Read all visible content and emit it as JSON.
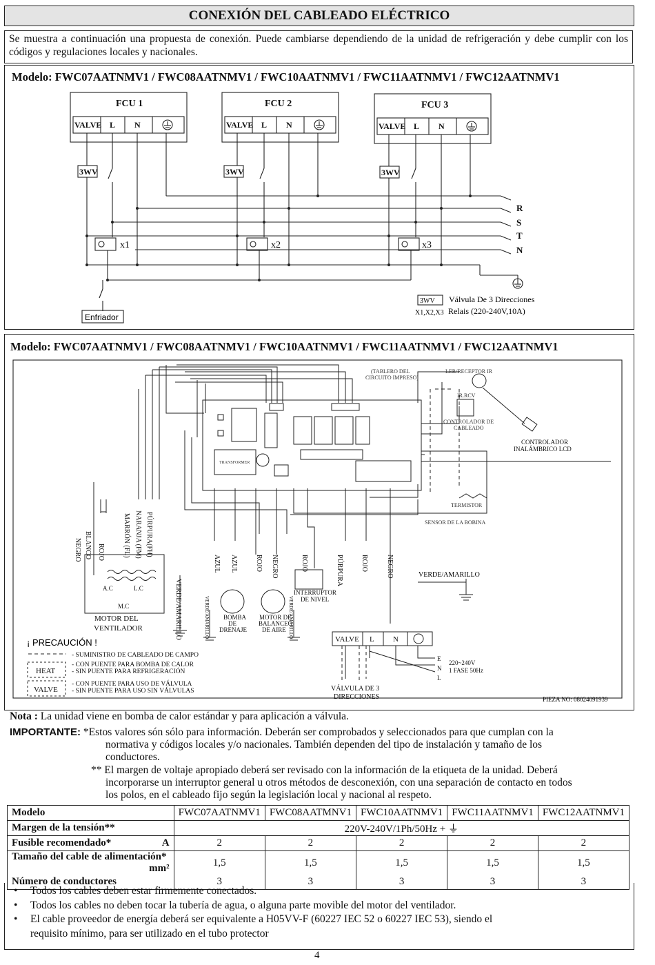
{
  "header": {
    "title": "CONEXIÓN DEL CABLEADO ELÉCTRICO",
    "intro": "Se muestra a continuación una propuesta de conexión. Puede cambiarse dependiendo de la unidad de refrigeración y debe cumplir con los códigos y regulaciones locales y nacionales."
  },
  "diagram1": {
    "model": "Modelo: FWC07AATNMV1 / FWC08AATNMV1 / FWC10AATNMV1 / FWC11AATNMV1 / FWC12AATNMV1",
    "fcu": [
      "FCU 1",
      "FCU 2",
      "FCU 3"
    ],
    "terminals": [
      "VALVE",
      "L",
      "N"
    ],
    "valve_tag": "3WV",
    "relays": [
      "x1",
      "x2",
      "x3"
    ],
    "phases": [
      "R",
      "S",
      "T",
      "N"
    ],
    "chiller": "Enfriador",
    "legend_valve": "Válvula De 3 Direcciones",
    "legend_relay_tag": "X1,X2,X3",
    "legend_relay": "Relais (220-240V,10A)"
  },
  "diagram2": {
    "model": "Modelo: FWC07AATNMV1 / FWC08AATNMV1 / FWC10AATNMV1 / FWC11AATNMV1 / FWC12AATNMV1",
    "pcb_label_1": "(TABLERO DEL",
    "pcb_label_2": "CIRCUITO IMPRESO)",
    "ler": "LER/RECEPTOR IR",
    "ir": "IR.RCV",
    "wired_1": "CONTROLADOR DE",
    "wired_2": "CABLEADO",
    "wireless_1": "CONTROLADOR",
    "wireless_2": "INALÁMBRICO LCD",
    "termistor": "TERMISTOR",
    "coil_sensor": "SENSOR DE LA BOBINA",
    "transformer": "TRANSFORMER",
    "wire_labels": [
      "NEGRO",
      "BLANCO",
      "ROJO",
      "MARRÓN (FL)",
      "NARANJA (FM)",
      "PÚRPURA(FH)"
    ],
    "mid_wires": [
      "AZUL",
      "AZUL",
      "ROJO",
      "NEGRO",
      "ROJO",
      "PÚRPURA",
      "ROJO",
      "NEGRO"
    ],
    "green_yellow": "VERDE/AMARILLO",
    "ac": "A.C",
    "lc": "L.C",
    "mc": "M.C",
    "fan_1": "MOTOR DEL",
    "fan_2": "VENTILADOR",
    "pump_1": "BOMBA",
    "pump_2": "DE",
    "pump_3": "DRENAJE",
    "swing_1": "MOTOR DE",
    "swing_2": "BALANCEO",
    "swing_3": "DE AIRE",
    "level_1": "INTERRUPTOR",
    "level_2": "DE NIVEL",
    "terminals": [
      "VALVE",
      "L",
      "N"
    ],
    "eln": [
      "E",
      "N",
      "L"
    ],
    "supply_1": "220~240V",
    "supply_2": "1 FASE 50Hz",
    "valve3_1": "VÁLVULA DE 3",
    "valve3_2": "DIRECCIONES",
    "caution": "¡ PRECAUCIÓN !",
    "legend_field": "- SUMINISTRO DE CABLEADO DE CAMPO",
    "heat_tag": "HEAT",
    "legend_heat_1": "- CON PUENTE PARA BOMBA DE CALOR",
    "legend_heat_2": "- SIN PUENTE PARA REFRIGERACIÓN",
    "valve_tag": "VALVE",
    "legend_valve_1": "- CON PUENTE PARA USO DE VÁLVULA",
    "legend_valve_2": "- SIN PUENTE PARA USO SIN VÁLVULAS",
    "part_no": "PIEZA NO: 08024091939"
  },
  "notes": {
    "note_label": "Nota :",
    "note_text": "La unidad viene en bomba de calor estándar y para aplicación a válvula.",
    "important_label": "IMPORTANTE:",
    "imp1_a": "*Estos valores són sólo para información. Deberán ser comprobados y seleccionados para que cumplan con la",
    "imp1_b": "normativa y códigos locales y/o nacionales. También dependen del tipo de instalación y tamaño de los",
    "imp1_c": "conductores.",
    "imp2_a": "** El margen de voltaje apropiado deberá ser revisado con la información de la etiqueta de la unidad. Deberá",
    "imp2_b": "incorporarse un interruptor general u otros métodos de desconexión, con una separación de contacto en todos",
    "imp2_c": "los polos, en el cableado fijo según la legislación local y nacional al respeto."
  },
  "table": {
    "header_label": "Modelo",
    "models": [
      "FWC07AATNMV1",
      "FWC08AATMNV1",
      "FWC10AATNMV1",
      "FWC11AATNMV1",
      "FWC12AATNMV1"
    ],
    "voltage_label": "Margen de la tensión**",
    "voltage_value": "220V-240V/1Ph/50Hz + ⏚",
    "fuse_label": "Fusible recomendado*",
    "fuse_unit": "A",
    "fuse_values": [
      "2",
      "2",
      "2",
      "2",
      "2"
    ],
    "cable_label": "Tamaño del cable de alimentación*",
    "cable_unit": "mm²",
    "cable_values": [
      "1,5",
      "1,5",
      "1,5",
      "1,5",
      "1,5"
    ],
    "cond_label": "Número de conductores",
    "cond_values": [
      "3",
      "3",
      "3",
      "3",
      "3"
    ]
  },
  "bullets": [
    "Todos los cables deben estar firmemente conectados.",
    "Todos los cables no deben tocar la tubería de agua, o alguna parte movible del motor del ventilador.",
    "El cable proveedor de energía deberá ser equivalente a H05VV-F (60227 IEC 52 o 60227 IEC 53), siendo el",
    "requisito mínimo, para ser utilizado en el tubo protector"
  ],
  "footer": {
    "page": "4"
  }
}
